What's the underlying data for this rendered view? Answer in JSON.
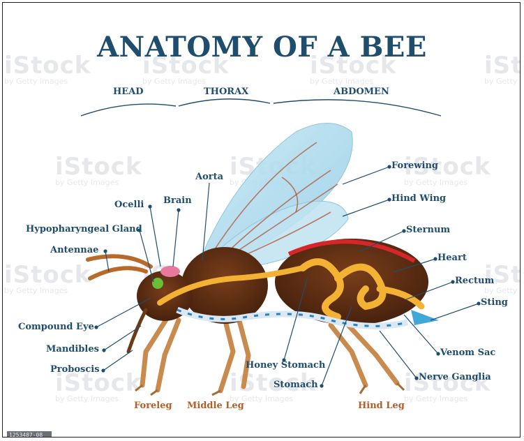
{
  "title": "ANATOMY OF A BEE",
  "sections": {
    "head": "HEAD",
    "thorax": "THORAX",
    "abdomen": "ABDOMEN"
  },
  "labels": {
    "ocelli": "Ocelli",
    "brain": "Brain",
    "aorta": "Aorta",
    "hypopharyngeal_gland": "Hypopharyngeal Gland",
    "antennae": "Antennae",
    "compound_eye": "Compound Eye",
    "mandibles": "Mandibles",
    "proboscis": "Proboscis",
    "forewing": "Forewing",
    "hind_wing": "Hind Wing",
    "sternum": "Sternum",
    "heart": "Heart",
    "rectum": "Rectum",
    "sting": "Sting",
    "venom_sac": "Venom Sac",
    "nerve_ganglia": "Nerve Ganglia",
    "honey_stomach": "Honey Stomach",
    "stomach": "Stomach"
  },
  "legs": {
    "foreleg": "Foreleg",
    "middle_leg": "Middle Leg",
    "hind_leg": "Hind Leg"
  },
  "watermark": {
    "brand": "iStock",
    "credit": "by Getty Images"
  },
  "image_id": "1253487-08",
  "colors": {
    "title": "#1f4d6e",
    "leg_labels": "#b45d26",
    "body": "#5a2e14",
    "wing": "#a9d8ec",
    "gut": "#f3b233",
    "nerve": "#2a7fc1",
    "heart": "#d7262b"
  }
}
